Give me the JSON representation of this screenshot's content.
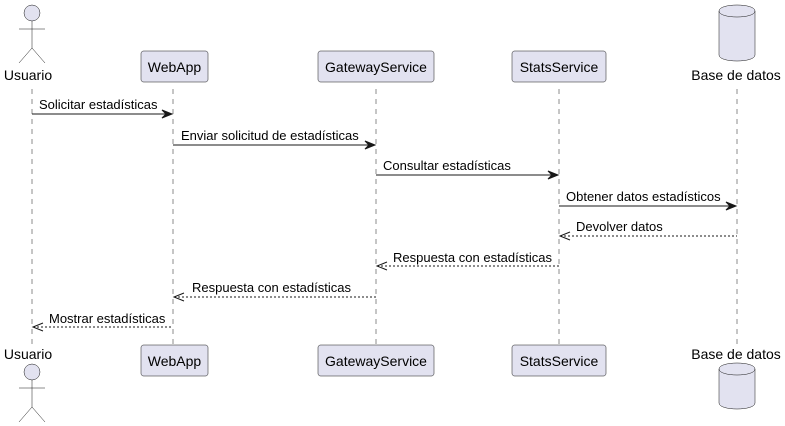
{
  "participants": {
    "usuario": "Usuario",
    "webapp": "WebApp",
    "gateway": "GatewayService",
    "stats": "StatsService",
    "db": "Base de datos"
  },
  "messages": [
    {
      "label": "Solicitar estadísticas",
      "from": "usuario",
      "to": "webapp",
      "style": "solid"
    },
    {
      "label": "Enviar solicitud de estadísticas",
      "from": "webapp",
      "to": "gateway",
      "style": "solid"
    },
    {
      "label": "Consultar estadísticas",
      "from": "gateway",
      "to": "stats",
      "style": "solid"
    },
    {
      "label": "Obtener datos estadísticos",
      "from": "stats",
      "to": "db",
      "style": "solid"
    },
    {
      "label": "Devolver datos",
      "from": "db",
      "to": "stats",
      "style": "dashed"
    },
    {
      "label": "Respuesta con estadísticas",
      "from": "stats",
      "to": "gateway",
      "style": "dashed"
    },
    {
      "label": "Respuesta con estadísticas",
      "from": "gateway",
      "to": "webapp",
      "style": "dashed"
    },
    {
      "label": "Mostrar estadísticas",
      "from": "webapp",
      "to": "usuario",
      "style": "dashed"
    }
  ],
  "colors": {
    "participant_fill": "#E2E2F0",
    "stroke": "#181818"
  }
}
